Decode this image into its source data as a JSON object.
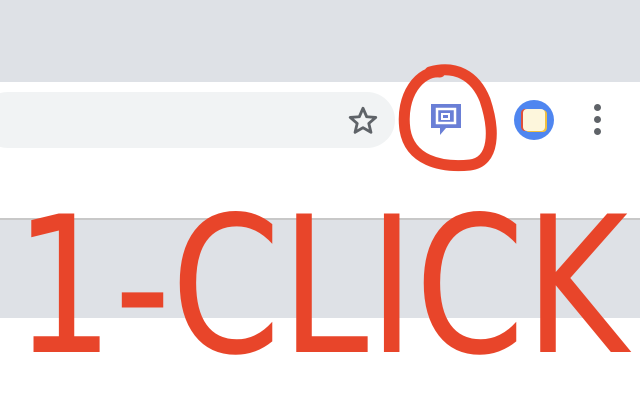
{
  "toolbar": {
    "bookmark_icon": "star-outline-icon",
    "extension_icon": "chat-bubble-square-icon",
    "extension_color": "#6a7fd6",
    "profile_icon": "sandwich-avatar",
    "menu_icon": "kebab-menu-icon"
  },
  "annotation": {
    "text": "1-CLICK",
    "color": "#e8452a",
    "shape": "circle around extension icon"
  }
}
